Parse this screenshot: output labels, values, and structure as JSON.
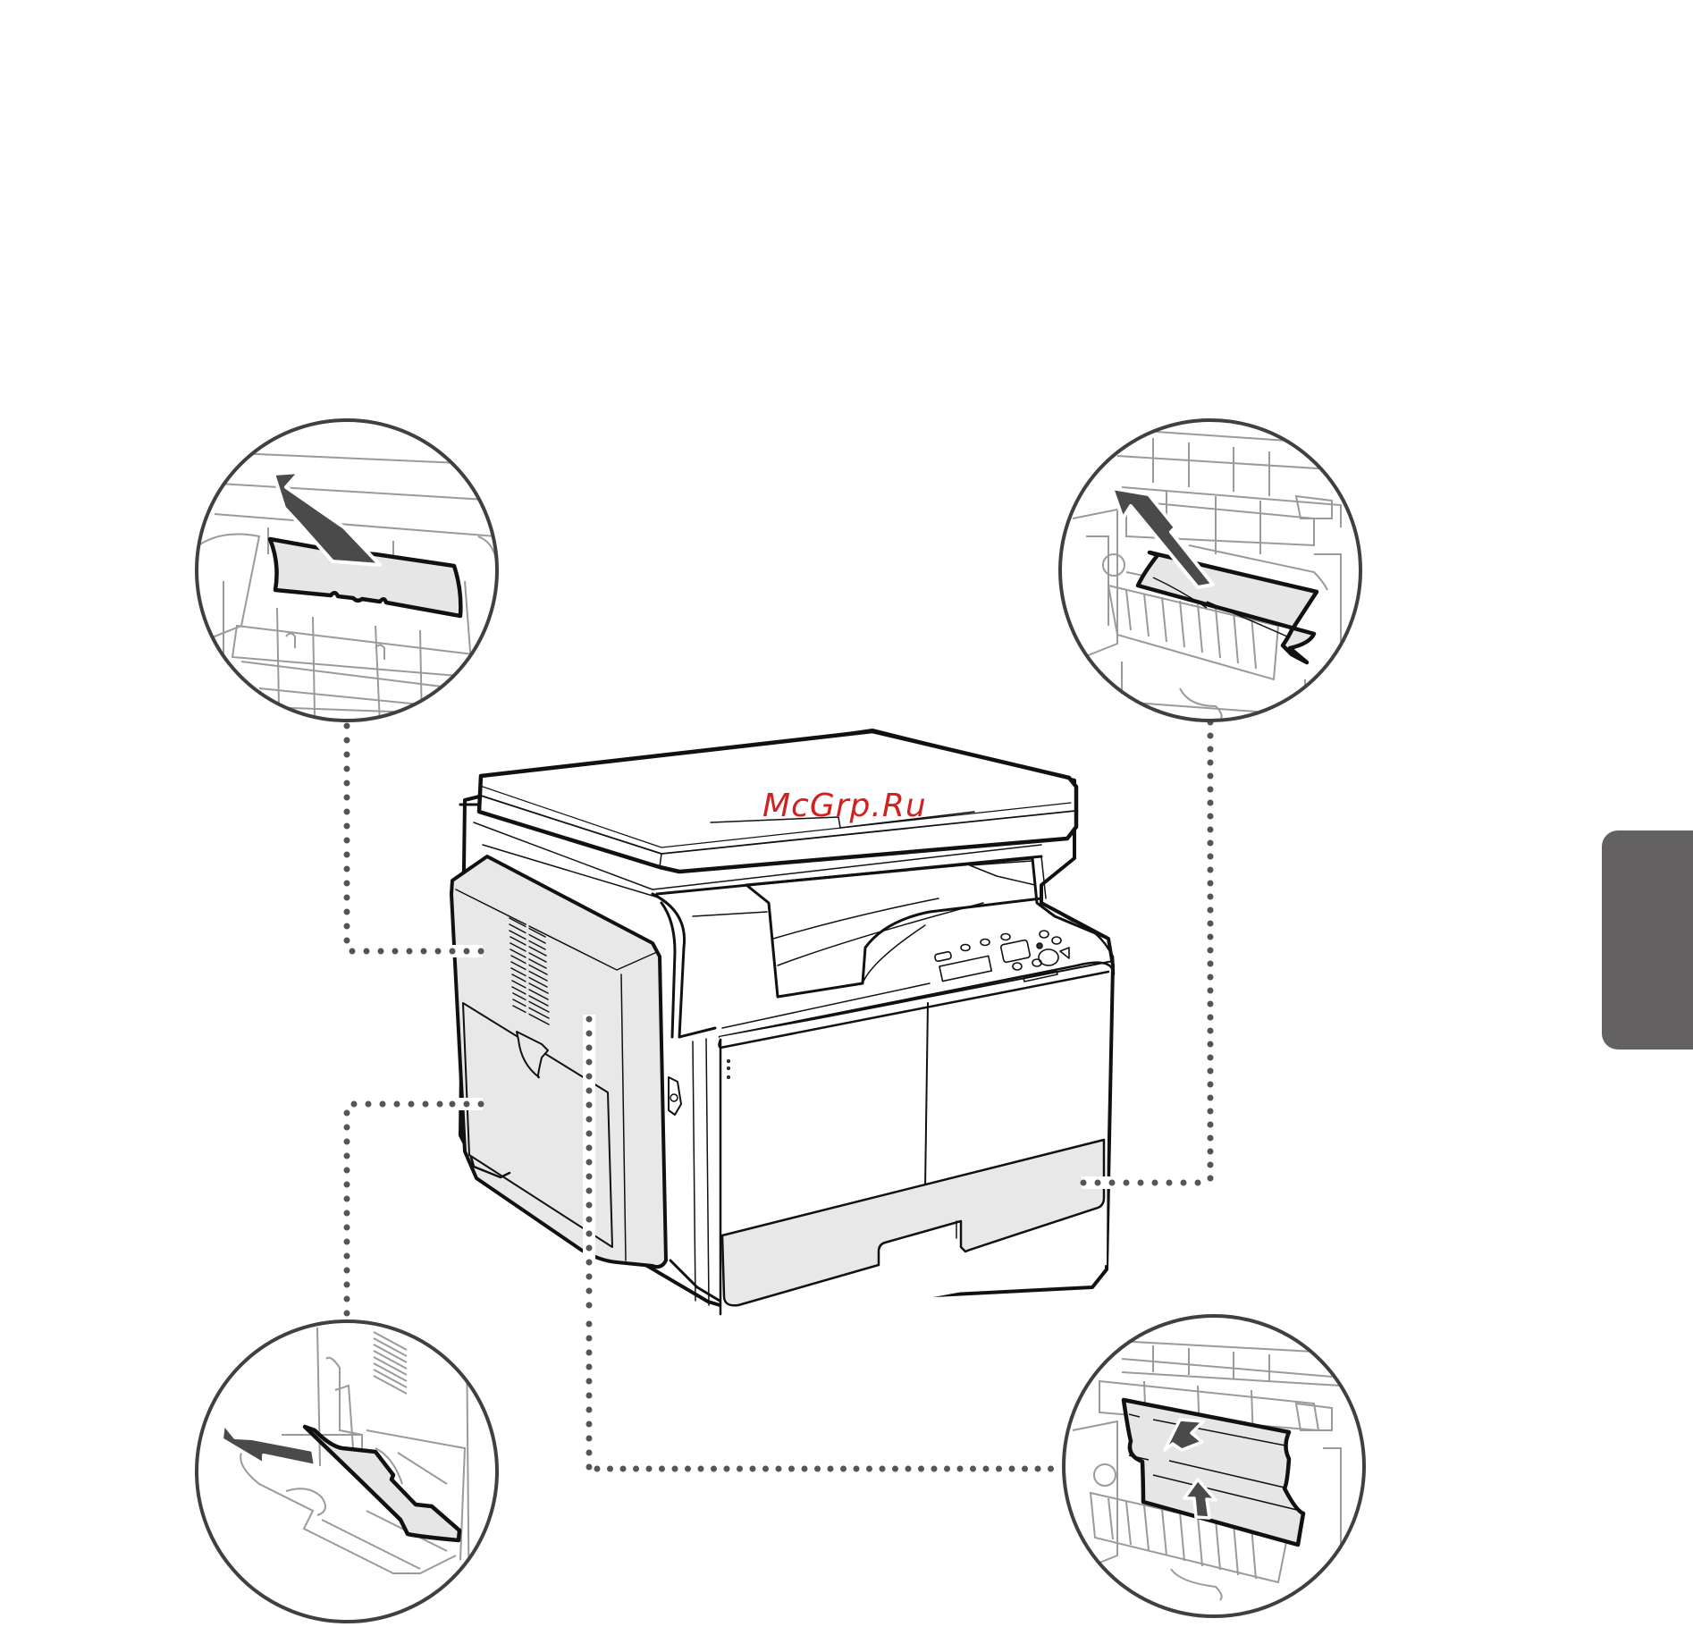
{
  "page": {
    "background": "#ffffff",
    "watermark": {
      "text": "McGrp.Ru",
      "color": "#d02020"
    },
    "side_tab": {
      "color": "#636162"
    }
  },
  "figure": {
    "subject": "copier-printer-paper-jam-locations",
    "colors": {
      "outline": "#111111",
      "panel_fill": "#e8e8e8",
      "detail_line": "#9a9a9a",
      "circle_border": "#404040",
      "arrow": "#4a4a4a",
      "leader_dot": "#555555"
    },
    "callouts": [
      {
        "id": "top-left",
        "position": "upper-left",
        "depicts": "jammed paper pulled out from fixing area inside left cover",
        "arrow": "up-left"
      },
      {
        "id": "top-right",
        "position": "upper-right",
        "depicts": "jammed paper pulled out from paper drawer feed area",
        "arrow": "up-left"
      },
      {
        "id": "bottom-left",
        "position": "lower-left",
        "depicts": "jammed paper pulled out from multi-purpose tray",
        "arrow": "left"
      },
      {
        "id": "bottom-right",
        "position": "lower-right",
        "depicts": "jammed paper in duplex transport area",
        "arrows": [
          "down-left",
          "up"
        ]
      }
    ]
  }
}
